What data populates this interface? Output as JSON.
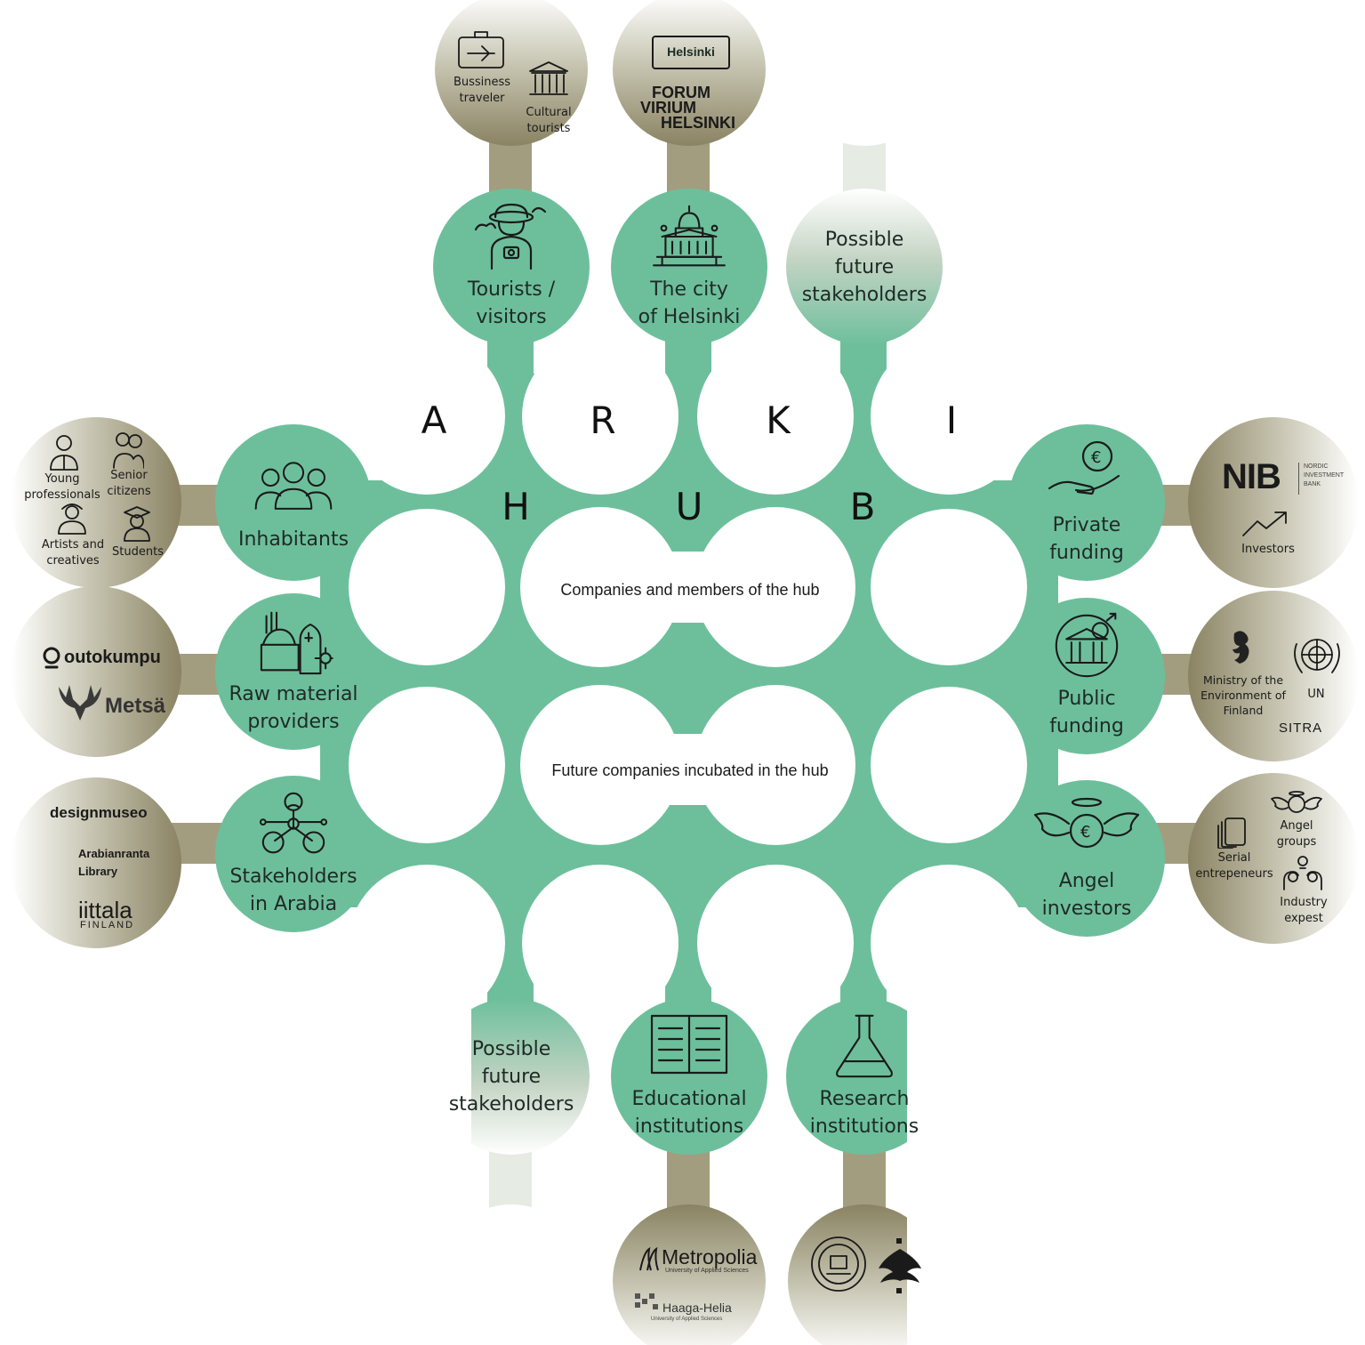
{
  "hub_letters": [
    "A",
    "R",
    "K",
    "I",
    "H",
    "U",
    "B"
  ],
  "center": {
    "members": "Companies and members of the hub",
    "incubated": "Future companies incubated in the hub"
  },
  "nodes": {
    "tourists": "Tourists /\nvisitors",
    "city": "The city\nof Helsinki",
    "future_top": "Possible\nfuture\nstakeholders",
    "inhabitants": "Inhabitants",
    "raw": "Raw material\nproviders",
    "arabia": "Stakeholders\nin Arabia",
    "private": "Private\nfunding",
    "public": "Public\nfunding",
    "angel": "Angel\ninvestors",
    "future_bottom": "Possible\nfuture\nstakeholders",
    "education": "Educational\ninstitutions",
    "research": "Research\ninstitutions"
  },
  "outer": {
    "tourists": {
      "business": "Bussiness\ntraveler",
      "cultural": "Cultural\ntourists"
    },
    "city": {
      "helsinki": "Helsinki",
      "forum1": "FORUM",
      "forum2": "VIRIUM",
      "forum3": "HELSINKI"
    },
    "inhabitants": {
      "young": "Young\nprofessionals",
      "senior": "Senior\ncitizens",
      "artists": "Artists and\ncreatives",
      "students": "Students"
    },
    "raw": {
      "outokumpu": "outokumpu",
      "metsa": "Metsä"
    },
    "arabia": {
      "designmuseo": "designmuseo",
      "library": "Arabianranta\nLibrary",
      "iittala": "iittala",
      "finland": "FINLAND"
    },
    "private": {
      "nib": "NIB",
      "nib_full": "NORDIC\nINVESTMENT\nBANK",
      "investors": "Investors"
    },
    "public": {
      "ministry": "Ministry of the\nEnvironment of\nFinland",
      "un": "UN",
      "sitra": "SITRA"
    },
    "angel": {
      "serial": "Serial\nentrepeneurs",
      "groups": "Angel\ngroups",
      "experts": "Industry\nexpest"
    },
    "education": {
      "metropolia": "Metropolia",
      "metropolia_sub": "University of Applied Sciences",
      "haaga": "Haaga-Helia",
      "haaga_sub": "University of Applied Sciences"
    }
  },
  "colors": {
    "green": "#6dbf9c",
    "olive": "#8c8465",
    "white": "#ffffff"
  }
}
